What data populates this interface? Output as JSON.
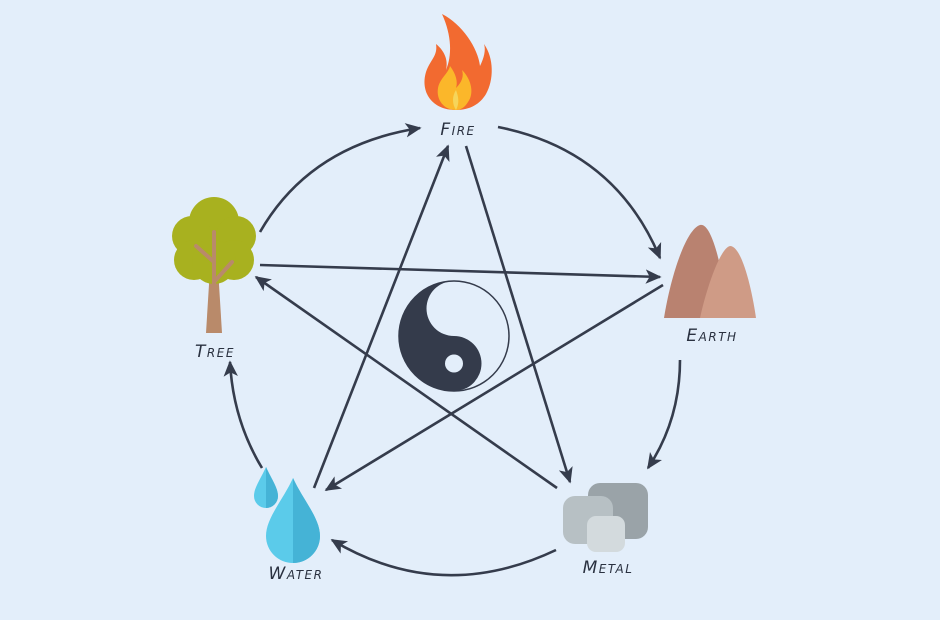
{
  "elements": {
    "fire": {
      "label": "Fire"
    },
    "earth": {
      "label": "Earth"
    },
    "metal": {
      "label": "Metal"
    },
    "water": {
      "label": "Water"
    },
    "tree": {
      "label": "Tree"
    }
  },
  "generating_cycle": [
    [
      "fire",
      "earth"
    ],
    [
      "earth",
      "metal"
    ],
    [
      "metal",
      "water"
    ],
    [
      "water",
      "tree"
    ],
    [
      "tree",
      "fire"
    ]
  ],
  "controlling_cycle": [
    [
      "fire",
      "metal"
    ],
    [
      "metal",
      "tree"
    ],
    [
      "tree",
      "earth"
    ],
    [
      "earth",
      "water"
    ],
    [
      "water",
      "fire"
    ]
  ],
  "colors": {
    "background": "#e3eefa",
    "arrow": "#353c4c",
    "yin_yang_dark": "#343b4b",
    "fire_outer": "#f26a30",
    "fire_inner": "#fbb72a",
    "earth": "#b98270",
    "metal": "#9aa3a8",
    "water": "#5bcbea",
    "tree_foliage": "#a8b11f",
    "tree_trunk": "#b98a6a"
  }
}
